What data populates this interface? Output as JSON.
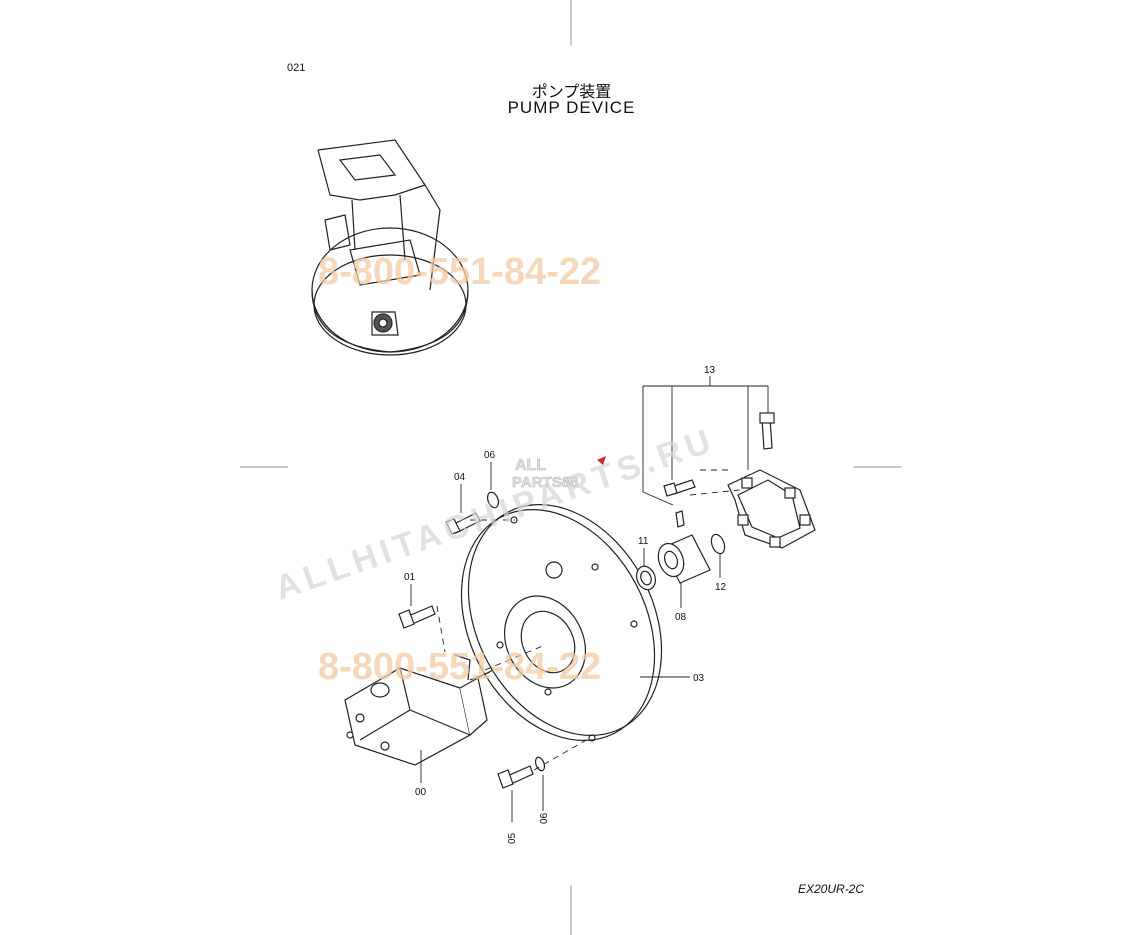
{
  "page": {
    "number": "021",
    "model_code": "EX20UR-2C"
  },
  "title": {
    "japanese": "ポンプ装置",
    "english": "PUMP  DEVICE"
  },
  "callouts": {
    "c00": "00",
    "c01": "01",
    "c03": "03",
    "c04": "04",
    "c05": "05",
    "c06a": "06",
    "c06b": "06",
    "c08": "08",
    "c11": "11",
    "c12": "12",
    "c13": "13"
  },
  "watermarks": {
    "phone_top": "8-800-551-84-22",
    "phone_bottom": "8-800-551-84-22",
    "site": "ALLHITACHIPARTS.RU",
    "logo_top": "ALL",
    "logo_bottom": "PARTS88"
  },
  "colors": {
    "watermark_orange": "#f3c9a3",
    "watermark_gray": "#dddddd",
    "line": "#222222",
    "accent_red": "#d8262b"
  }
}
